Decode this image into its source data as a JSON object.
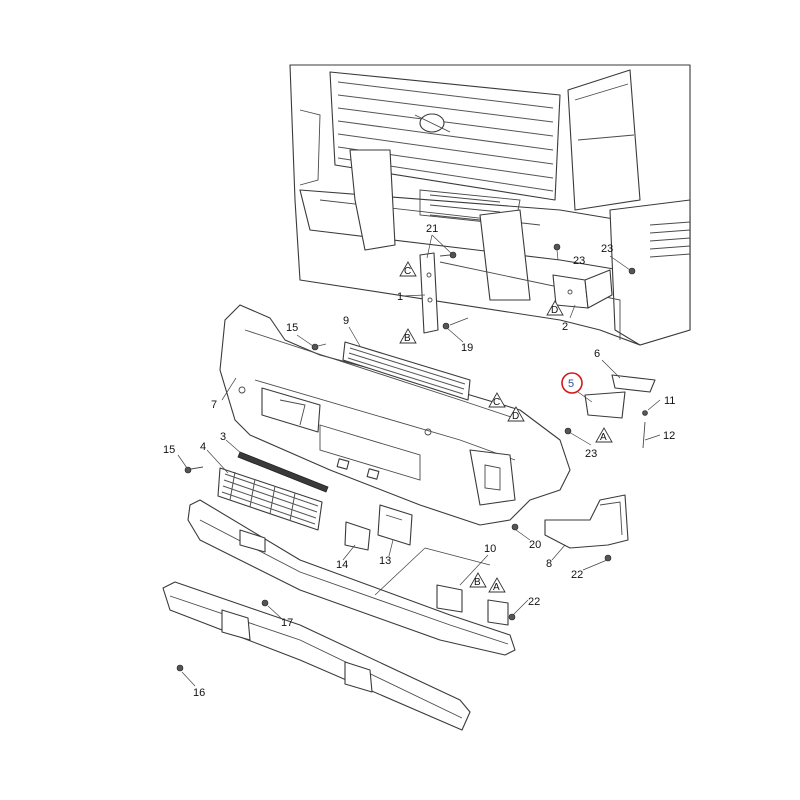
{
  "diagram": {
    "callouts": [
      "1",
      "2",
      "3",
      "4",
      "5",
      "6",
      "7",
      "8",
      "9",
      "10",
      "11",
      "12",
      "13",
      "14",
      "15",
      "15",
      "16",
      "17",
      "19",
      "20",
      "21",
      "22",
      "22",
      "23",
      "23",
      "23"
    ],
    "refs": [
      "A",
      "A",
      "B",
      "B",
      "C",
      "C",
      "D",
      "D"
    ],
    "highlighted_callout": "5",
    "colors": {
      "line": "#3a3a3a",
      "highlight_ring": "#d11a1a",
      "highlight_text": "#2a4fa0",
      "background": "#ffffff"
    }
  }
}
